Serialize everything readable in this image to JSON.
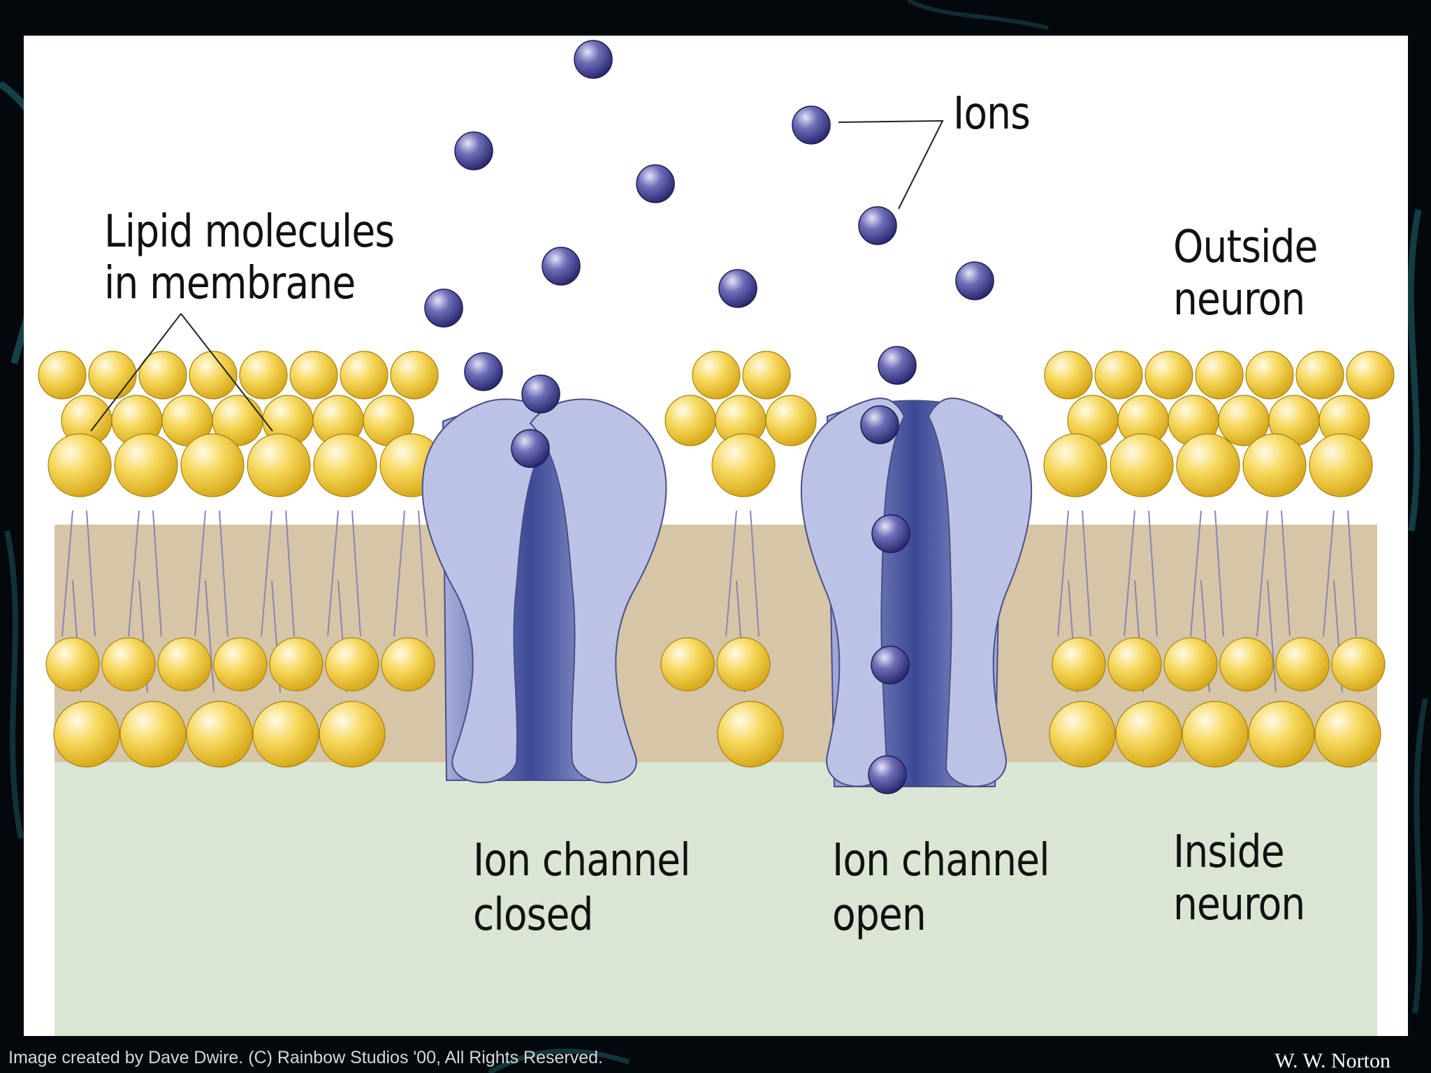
{
  "labels": {
    "ions": "Ions",
    "lipid_line1": "Lipid molecules",
    "lipid_line2": "in membrane",
    "outside_line1": "Outside",
    "outside_line2": "neuron",
    "inside_line1": "Inside",
    "inside_line2": "neuron",
    "closed_line1": "Ion channel",
    "closed_line2": "closed",
    "open_line1": "Ion channel",
    "open_line2": "open"
  },
  "credits": {
    "left": "Image created by Dave Dwire. (C) Rainbow Studios '00, All Rights Reserved.",
    "right": "W. W. Norton"
  },
  "colors": {
    "lipid_head": "#f2c230",
    "membrane_core": "#d6c5a6",
    "cytoplasm": "#d9e6d4",
    "channel": "#bcc2e6",
    "ion": "#3b3a8c"
  }
}
